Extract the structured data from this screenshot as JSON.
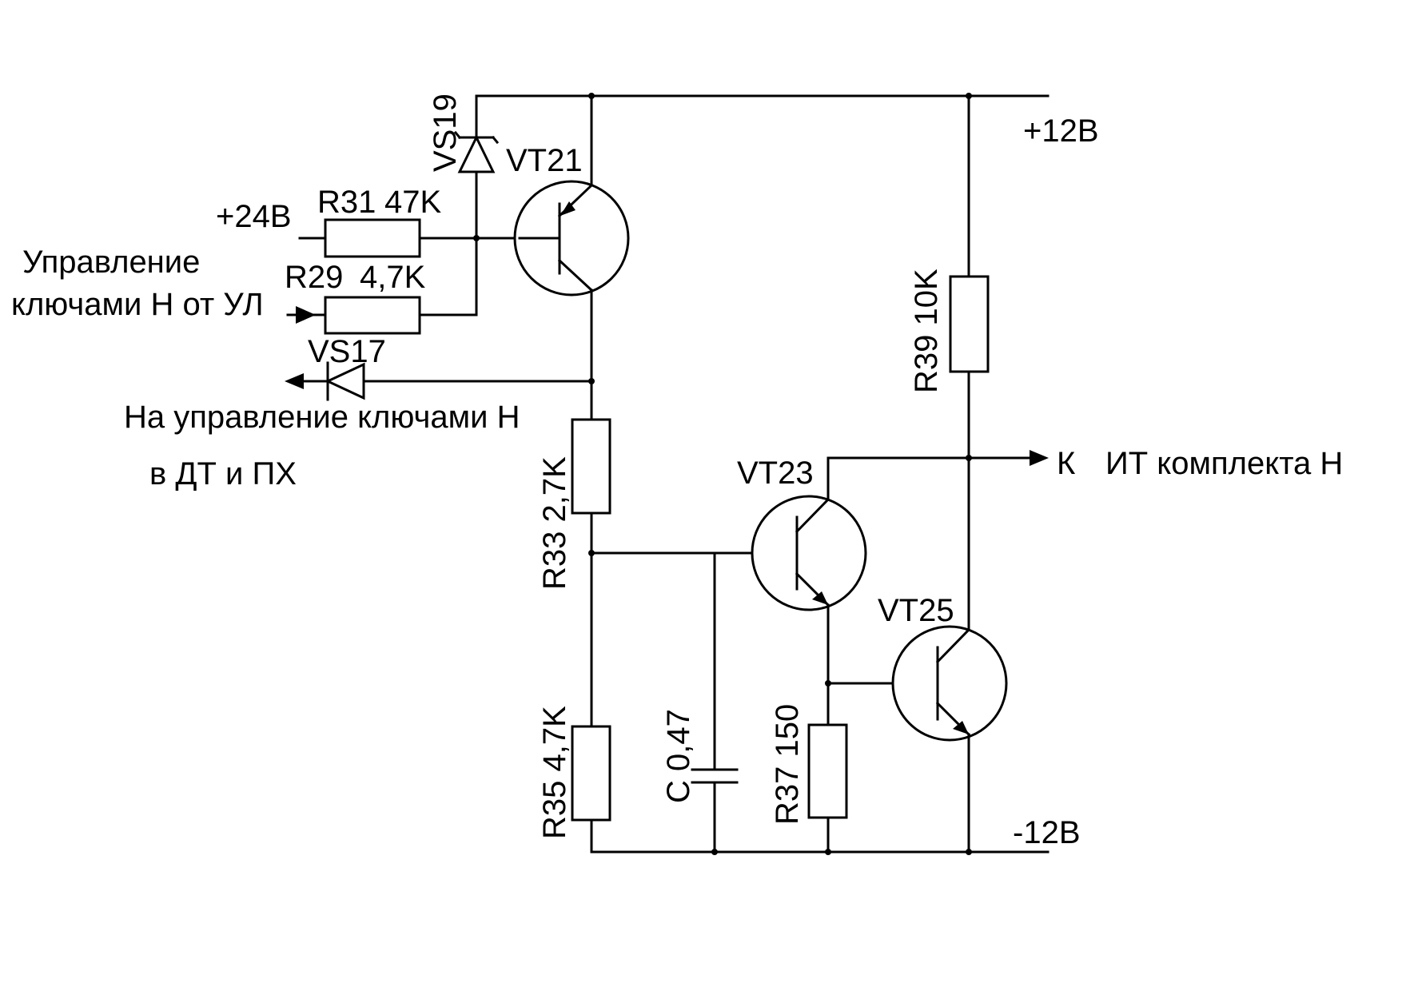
{
  "labels": {
    "vs19": "VS19",
    "vt21": "VT21",
    "plus24": "+24В",
    "r31": "R31",
    "r31_value": "47K",
    "control_line1": "Управление",
    "control_line2": "ключами Н от УЛ",
    "r29": "R29",
    "r29_value": "4,7K",
    "vs17": "VS17",
    "output_left_line1": "На управление ключами Н",
    "output_left_line2": "в ДТ и ПХ",
    "r33": "R33 2,7K",
    "vt23": "VT23",
    "vt25": "VT25",
    "r35": "R35 4,7K",
    "c1": "C 0,47",
    "r37": "R37 150",
    "r39": "R39 10K",
    "plus12": "+12В",
    "minus12": "-12В",
    "output_right_k": "К",
    "output_right_text": "ИТ комплекта Н"
  },
  "colors": {
    "ink": "#000000",
    "paper": "#ffffff"
  }
}
